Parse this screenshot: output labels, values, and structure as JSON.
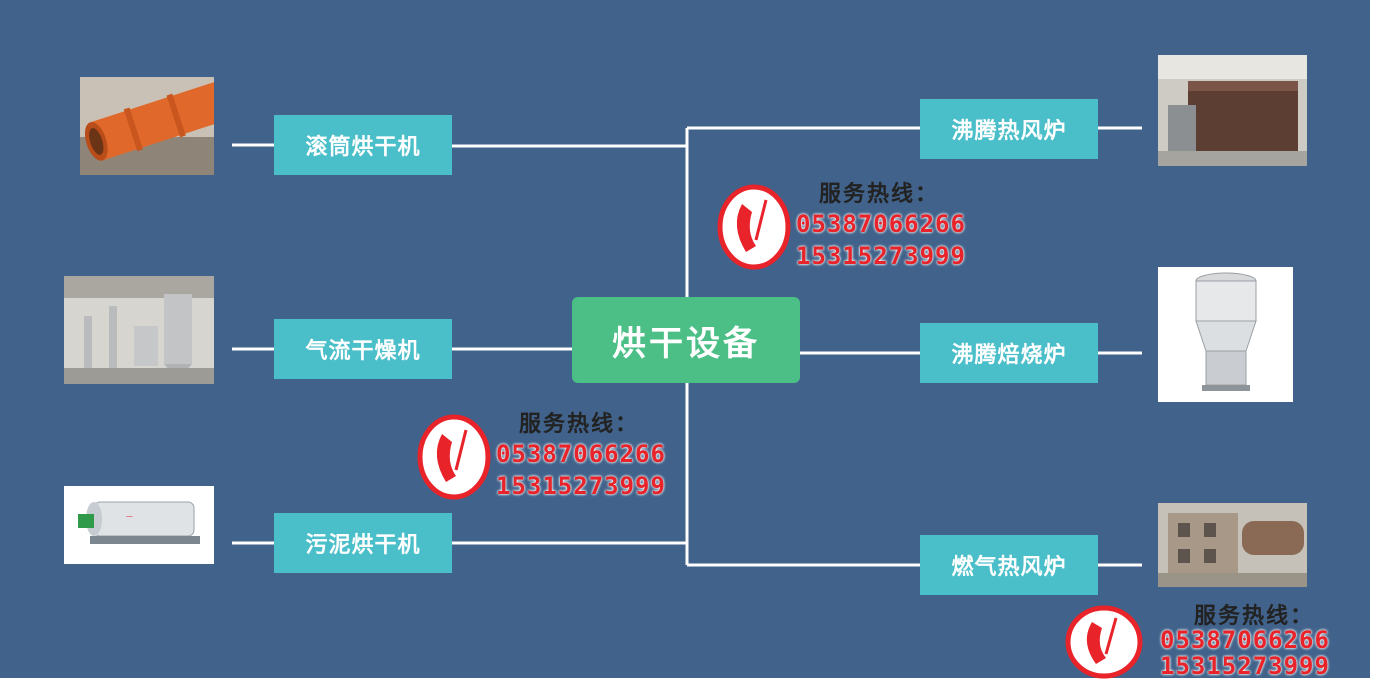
{
  "center_label": "烘干设备",
  "left_nodes": [
    "滚筒烘干机",
    "气流干燥机",
    "污泥烘干机"
  ],
  "right_nodes": [
    "沸腾热风炉",
    "沸腾焙烧炉",
    "燃气热风炉"
  ],
  "hotline": {
    "label": "服务热线：",
    "phone1": "05387066266",
    "phone2": "15315273999"
  },
  "colors": {
    "background": "#41628a",
    "node_fill": "#4bbfc9",
    "center_fill": "#4bbf86",
    "connector": "#ffffff",
    "phone_text": "#e8232a"
  },
  "icons": [
    "rotary-dryer-photo",
    "airflow-dryer-photo",
    "sludge-dryer-photo",
    "boiling-hot-air-furnace-photo",
    "boiling-roaster-photo",
    "gas-hot-air-furnace-photo",
    "phone-icon"
  ]
}
